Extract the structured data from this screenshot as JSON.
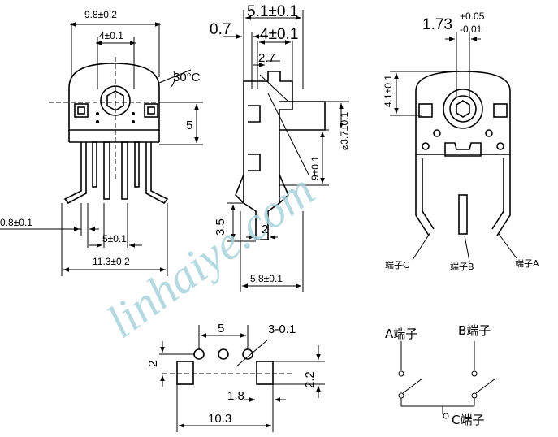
{
  "front_view": {
    "top_width": "9.8±0.2",
    "inner_width": "4±0.1",
    "angle": "30°C",
    "height": "5",
    "pin_pitch_small": "0.8±0.1",
    "pin_pitch": "5±0.1",
    "overall_width": "11.3±0.2"
  },
  "side_view": {
    "top_width": "5.1±0.1",
    "left_offset": "0.7",
    "mid_width": "4±0.1",
    "small_width": "2.7",
    "shaft_diameter": "⌀3.7±0.1",
    "length": "9±0.1",
    "pin_height": "3.5",
    "pin_width": "2",
    "bottom_width": "5.8±0.1"
  },
  "back_view": {
    "hole_width_main": "1.73",
    "hole_width_plus": "+0.05",
    "hole_width_minus": "-0.01",
    "height": "4.1±0.1",
    "terminal_c": "端子C",
    "terminal_b": "端子B",
    "terminal_a": "端子A"
  },
  "footprint": {
    "pitch": "5",
    "hole_dia": "3-0.1",
    "row_height": "2",
    "pad_height": "2.2",
    "pad_width": "1.8",
    "span": "10.3"
  },
  "schematic": {
    "terminal_a": "A端子",
    "terminal_b": "B端子",
    "terminal_c": "C端子"
  },
  "watermark": "linhaiye.com"
}
